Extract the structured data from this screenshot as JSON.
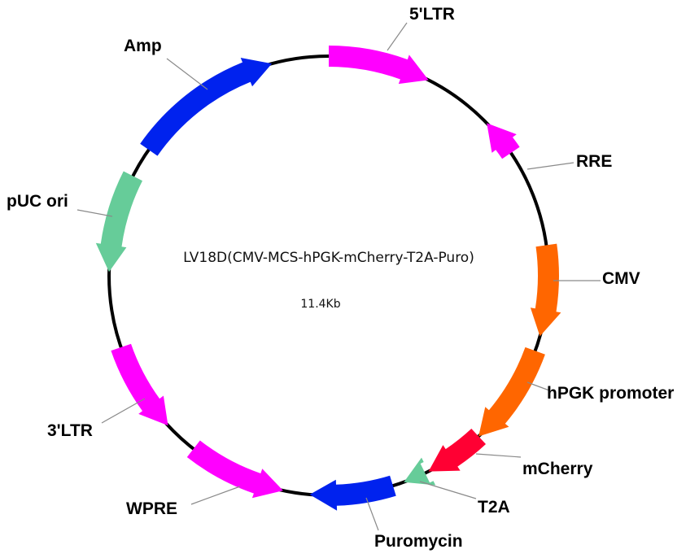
{
  "plasmid": {
    "name": "LV18D(CMV-MCS-hPGK-mCherry-T2A-Puro)",
    "size": "11.4Kb"
  },
  "features": [
    {
      "label": "5'LTR",
      "color": "#ff00ff",
      "direction": "cw",
      "start": 0,
      "end": 27
    },
    {
      "label": "RRE",
      "color": "#ff00ff",
      "direction": "ccw",
      "start": 46,
      "end": 56
    },
    {
      "label": "CMV",
      "color": "#ff6600",
      "direction": "cw",
      "start": 82,
      "end": 106
    },
    {
      "label": "hPGK promoter",
      "color": "#ff6600",
      "direction": "cw",
      "start": 110,
      "end": 137
    },
    {
      "label": "mCherry",
      "color": "#ff0033",
      "direction": "cw",
      "start": 137,
      "end": 153
    },
    {
      "label": "T2A",
      "color": "#66cc99",
      "direction": "cw",
      "start": 154,
      "end": 160
    },
    {
      "label": "Puromycin",
      "color": "#0022ee",
      "direction": "cw",
      "start": 163,
      "end": 185
    },
    {
      "label": "WPRE",
      "color": "#ff00ff",
      "direction": "ccw",
      "start": 192,
      "end": 218
    },
    {
      "label": "3'LTR",
      "color": "#ff00ff",
      "direction": "ccw",
      "start": 227,
      "end": 251
    },
    {
      "label": "pUC ori",
      "color": "#66cc99",
      "direction": "ccw",
      "start": 271,
      "end": 297
    },
    {
      "label": "Amp",
      "color": "#0022ee",
      "direction": "cw",
      "start": 305,
      "end": 345
    }
  ]
}
